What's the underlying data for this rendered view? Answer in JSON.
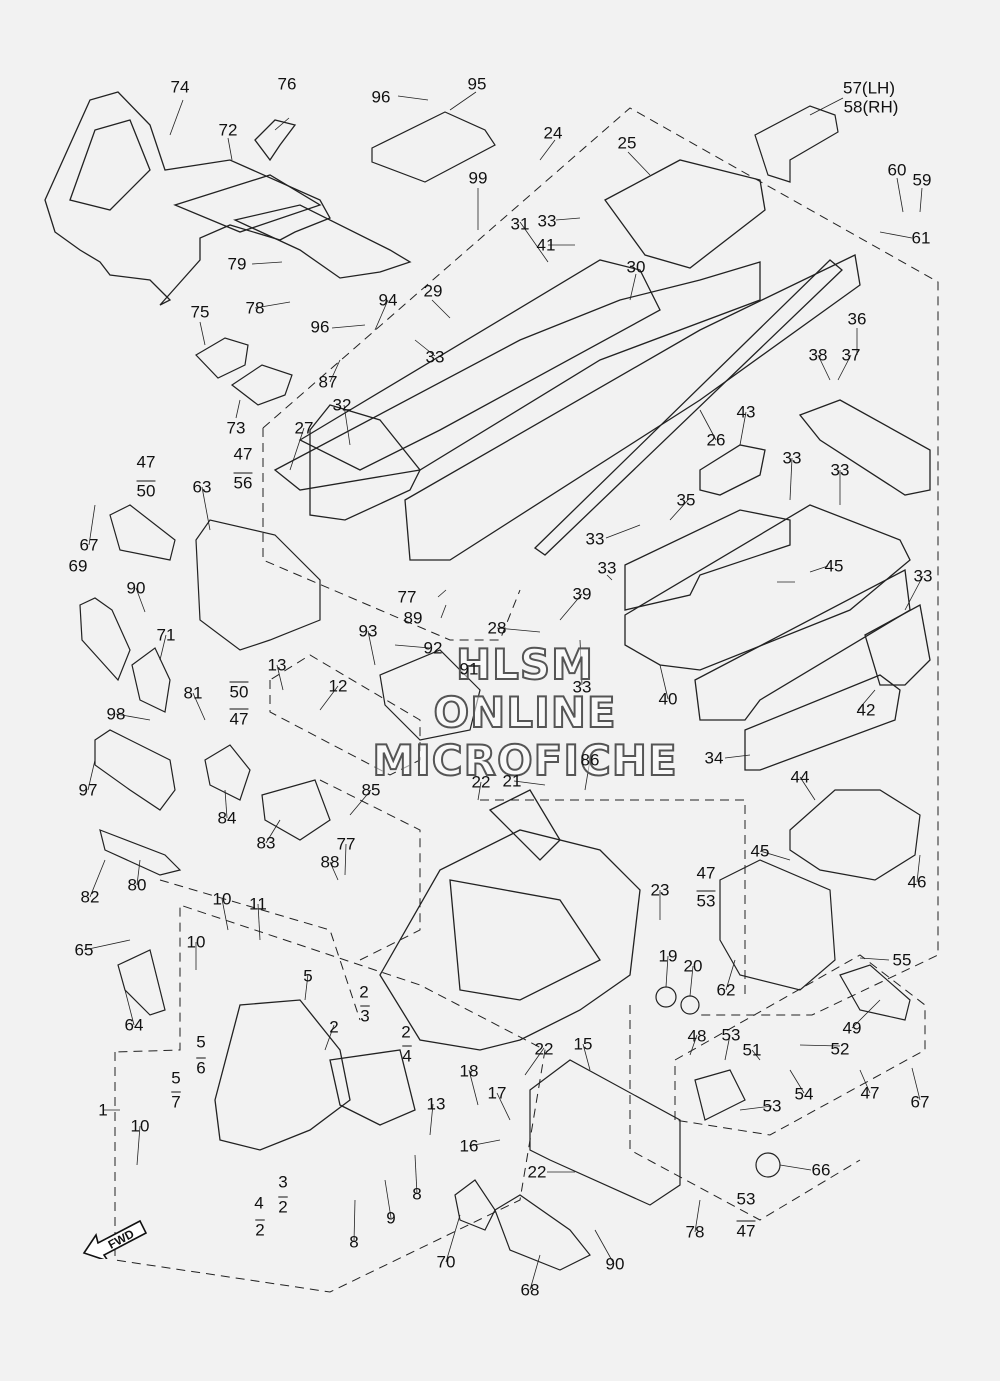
{
  "watermark": {
    "line1": "HLSM",
    "line2": "ONLINE",
    "line3": "MICROFICHE"
  },
  "forward_marker": "FWD",
  "callouts": [
    {
      "id": "c74",
      "text": "74"
    },
    {
      "id": "c76",
      "text": "76"
    },
    {
      "id": "c72",
      "text": "72"
    },
    {
      "id": "c96a",
      "text": "96"
    },
    {
      "id": "c95",
      "text": "95"
    },
    {
      "id": "c24",
      "text": "24"
    },
    {
      "id": "c57",
      "text": "57(LH)"
    },
    {
      "id": "c58",
      "text": "58(RH)"
    },
    {
      "id": "c25",
      "text": "25"
    },
    {
      "id": "c99",
      "text": "99"
    },
    {
      "id": "c60",
      "text": "60"
    },
    {
      "id": "c59",
      "text": "59"
    },
    {
      "id": "c61",
      "text": "61"
    },
    {
      "id": "c33a",
      "text": "33"
    },
    {
      "id": "c31",
      "text": "31"
    },
    {
      "id": "c41",
      "text": "41"
    },
    {
      "id": "c79",
      "text": "79"
    },
    {
      "id": "c30",
      "text": "30"
    },
    {
      "id": "c78a",
      "text": "78"
    },
    {
      "id": "c29",
      "text": "29"
    },
    {
      "id": "c94",
      "text": "94"
    },
    {
      "id": "c96b",
      "text": "96"
    },
    {
      "id": "c75",
      "text": "75"
    },
    {
      "id": "c36",
      "text": "36"
    },
    {
      "id": "c38",
      "text": "38"
    },
    {
      "id": "c37",
      "text": "37"
    },
    {
      "id": "c33b",
      "text": "33"
    },
    {
      "id": "c87",
      "text": "87"
    },
    {
      "id": "c73",
      "text": "73"
    },
    {
      "id": "c32",
      "text": "32"
    },
    {
      "id": "c27",
      "text": "27"
    },
    {
      "id": "c43",
      "text": "43"
    },
    {
      "id": "c26",
      "text": "26"
    },
    {
      "id": "c47a",
      "text": "47"
    },
    {
      "id": "c50a",
      "text": "50"
    },
    {
      "id": "c47b",
      "text": "47"
    },
    {
      "id": "c56",
      "text": "56"
    },
    {
      "id": "c33c",
      "text": "33"
    },
    {
      "id": "c33d",
      "text": "33"
    },
    {
      "id": "c63",
      "text": "63"
    },
    {
      "id": "c67a",
      "text": "67"
    },
    {
      "id": "c35",
      "text": "35"
    },
    {
      "id": "c33e",
      "text": "33"
    },
    {
      "id": "c33f",
      "text": "33"
    },
    {
      "id": "c45a",
      "text": "45"
    },
    {
      "id": "c69",
      "text": "69"
    },
    {
      "id": "c33g",
      "text": "33"
    },
    {
      "id": "c90a",
      "text": "90"
    },
    {
      "id": "c77a",
      "text": "77"
    },
    {
      "id": "c89",
      "text": "89"
    },
    {
      "id": "c39",
      "text": "39"
    },
    {
      "id": "c28",
      "text": "28"
    },
    {
      "id": "c71",
      "text": "71"
    },
    {
      "id": "c93",
      "text": "93"
    },
    {
      "id": "c92",
      "text": "92"
    },
    {
      "id": "c40",
      "text": "40"
    },
    {
      "id": "c13a",
      "text": "13"
    },
    {
      "id": "c12",
      "text": "12"
    },
    {
      "id": "c91",
      "text": "91"
    },
    {
      "id": "c33h",
      "text": "33"
    },
    {
      "id": "c42",
      "text": "42"
    },
    {
      "id": "c50b",
      "text": "50"
    },
    {
      "id": "c47c",
      "text": "47"
    },
    {
      "id": "c81",
      "text": "81"
    },
    {
      "id": "c98",
      "text": "98"
    },
    {
      "id": "c34",
      "text": "34"
    },
    {
      "id": "c86",
      "text": "86"
    },
    {
      "id": "c22a",
      "text": "22"
    },
    {
      "id": "c21",
      "text": "21"
    },
    {
      "id": "c44",
      "text": "44"
    },
    {
      "id": "c97",
      "text": "97"
    },
    {
      "id": "c85",
      "text": "85"
    },
    {
      "id": "c84",
      "text": "84"
    },
    {
      "id": "c83",
      "text": "83"
    },
    {
      "id": "c77b",
      "text": "77"
    },
    {
      "id": "c45b",
      "text": "45"
    },
    {
      "id": "c46",
      "text": "46"
    },
    {
      "id": "c88",
      "text": "88"
    },
    {
      "id": "c82",
      "text": "82"
    },
    {
      "id": "c80",
      "text": "80"
    },
    {
      "id": "c47d",
      "text": "47"
    },
    {
      "id": "c53a",
      "text": "53"
    },
    {
      "id": "c23",
      "text": "23"
    },
    {
      "id": "c10a",
      "text": "10"
    },
    {
      "id": "c11",
      "text": "11"
    },
    {
      "id": "c10b",
      "text": "10"
    },
    {
      "id": "c65",
      "text": "65"
    },
    {
      "id": "c19",
      "text": "19"
    },
    {
      "id": "c20",
      "text": "20"
    },
    {
      "id": "c55",
      "text": "55"
    },
    {
      "id": "c62",
      "text": "62"
    },
    {
      "id": "c5a",
      "text": "5"
    },
    {
      "id": "c64",
      "text": "64"
    },
    {
      "id": "c2a",
      "text": "2"
    },
    {
      "id": "c3a",
      "text": "3"
    },
    {
      "id": "c2b",
      "text": "2"
    },
    {
      "id": "c49",
      "text": "49"
    },
    {
      "id": "c2c",
      "text": "2"
    },
    {
      "id": "c4a",
      "text": "4"
    },
    {
      "id": "c5b",
      "text": "5"
    },
    {
      "id": "c6",
      "text": "6"
    },
    {
      "id": "c22b",
      "text": "22"
    },
    {
      "id": "c15",
      "text": "15"
    },
    {
      "id": "c48",
      "text": "48"
    },
    {
      "id": "c53b",
      "text": "53"
    },
    {
      "id": "c51",
      "text": "51"
    },
    {
      "id": "c52",
      "text": "52"
    },
    {
      "id": "c5c",
      "text": "5"
    },
    {
      "id": "c7",
      "text": "7"
    },
    {
      "id": "c18",
      "text": "18"
    },
    {
      "id": "c17",
      "text": "17"
    },
    {
      "id": "c54",
      "text": "54"
    },
    {
      "id": "c47e",
      "text": "47"
    },
    {
      "id": "c67b",
      "text": "67"
    },
    {
      "id": "c1",
      "text": "1"
    },
    {
      "id": "c13b",
      "text": "13"
    },
    {
      "id": "c53c",
      "text": "53"
    },
    {
      "id": "c10c",
      "text": "10"
    },
    {
      "id": "c16",
      "text": "16"
    },
    {
      "id": "c3b",
      "text": "3"
    },
    {
      "id": "c2d",
      "text": "2"
    },
    {
      "id": "c8a",
      "text": "8"
    },
    {
      "id": "c22c",
      "text": "22"
    },
    {
      "id": "c66",
      "text": "66"
    },
    {
      "id": "c4b",
      "text": "4"
    },
    {
      "id": "c2e",
      "text": "2"
    },
    {
      "id": "c9",
      "text": "9"
    },
    {
      "id": "c53d",
      "text": "53"
    },
    {
      "id": "c47f",
      "text": "47"
    },
    {
      "id": "c8b",
      "text": "8"
    },
    {
      "id": "c78b",
      "text": "78"
    },
    {
      "id": "c70",
      "text": "70"
    },
    {
      "id": "c90b",
      "text": "90"
    },
    {
      "id": "c68",
      "text": "68"
    }
  ]
}
